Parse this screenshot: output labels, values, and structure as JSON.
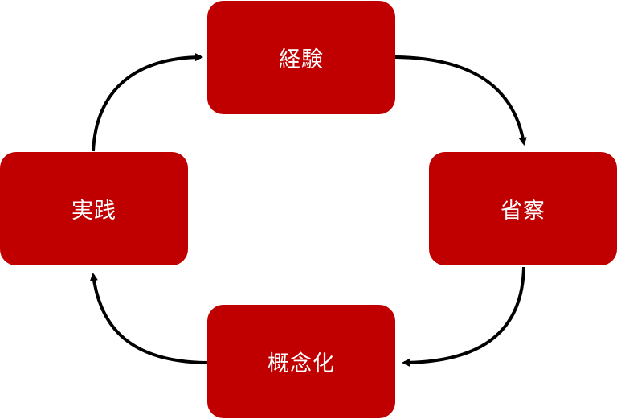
{
  "colors": {
    "node_fill": "#c00000",
    "node_text": "#ffffff",
    "arrow": "#000000",
    "background": "#ffffff"
  },
  "cycle": {
    "nodes": [
      {
        "id": "top",
        "label": "経験"
      },
      {
        "id": "right",
        "label": "省察"
      },
      {
        "id": "bottom",
        "label": "概念化"
      },
      {
        "id": "left",
        "label": "実践"
      }
    ],
    "arrows": [
      {
        "from": "top",
        "to": "right"
      },
      {
        "from": "right",
        "to": "bottom"
      },
      {
        "from": "bottom",
        "to": "left"
      },
      {
        "from": "left",
        "to": "top"
      }
    ]
  }
}
